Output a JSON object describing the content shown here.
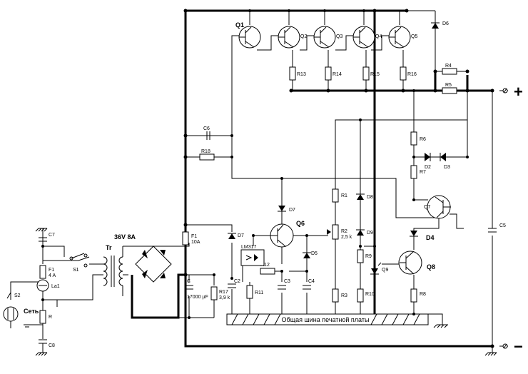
{
  "labels": {
    "Q1": "Q1",
    "Q2": "Q2",
    "Q3": "Q3",
    "Q4": "Q4",
    "Q5": "Q5",
    "R13": "R13",
    "R14": "R14",
    "R15": "R15",
    "R16": "R16",
    "D6": "D6",
    "R4": "R4",
    "R5": "R5",
    "plus": "+",
    "minus": "−",
    "C6": "C6",
    "R18": "R18",
    "R6": "R6",
    "R7": "R7",
    "D2": "D2",
    "D3": "D3",
    "D7a": "D7",
    "Q6": "Q6",
    "R1": "R1",
    "D8": "D8",
    "R2": "R2",
    "R2v": "2,5 k",
    "D9": "D9",
    "Q7": "Q7",
    "D4": "D4",
    "C5": "C5",
    "F1b": "F1",
    "F1bv": "10A",
    "D7b": "D7",
    "LM317": "LM317",
    "D5": "D5",
    "R9": "R9",
    "R12": "R12",
    "Q9": "Q9",
    "Q8": "Q8",
    "C": "C",
    "Cv": "17000 µF",
    "R17": "R17",
    "R17v": "3,9 k",
    "C2": "C2",
    "R11": "R11",
    "C3": "C3",
    "C4": "C4",
    "R3": "R3",
    "R10": "R10",
    "R8": "R8",
    "bus": "Общая шина печатной платы",
    "Tr": "Tr",
    "trv": "36V 8A",
    "S1": "S1",
    "C7": "C7",
    "F1a": "F1",
    "F1av": "4 A",
    "La1": "La1",
    "S2": "S2",
    "mains": "Сеть",
    "R": "R",
    "C8": "C8"
  }
}
